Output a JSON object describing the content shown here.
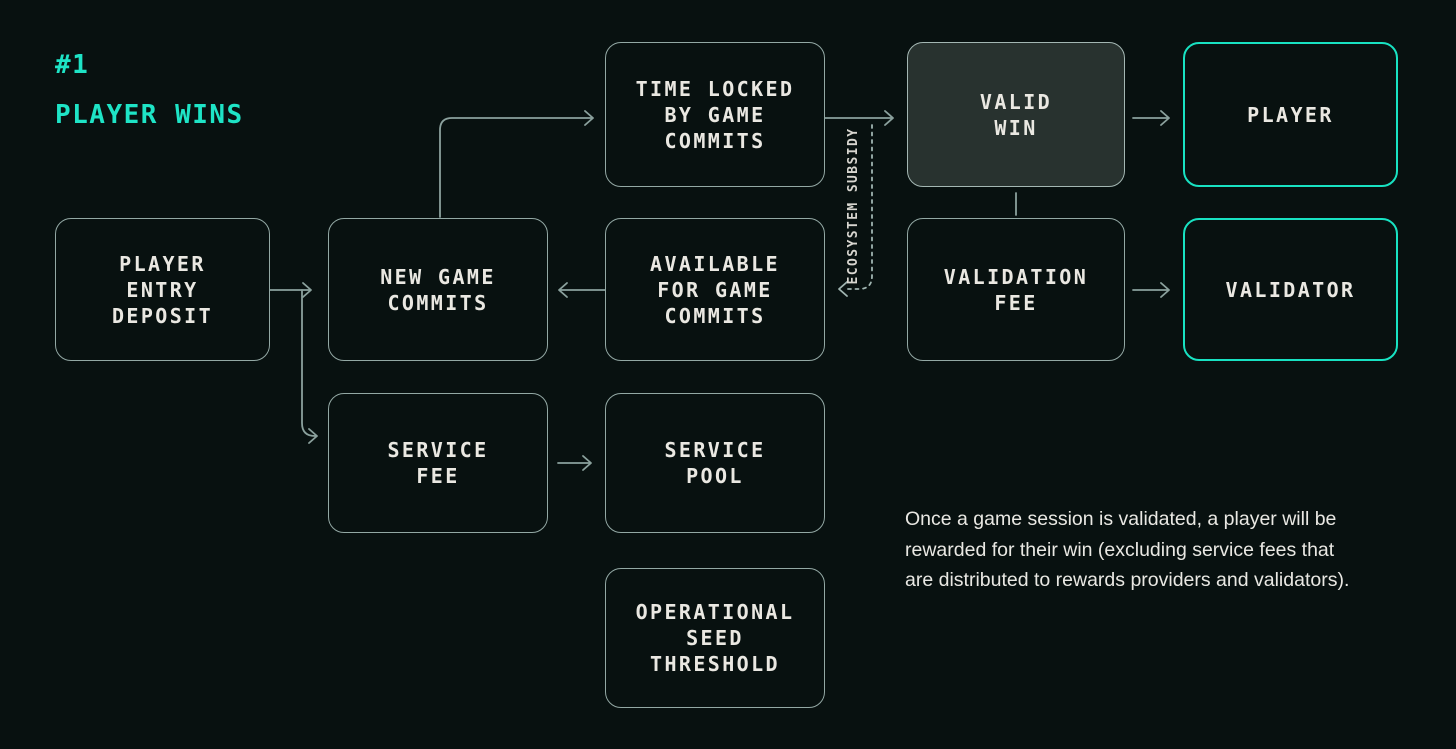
{
  "colors": {
    "background": "#081110",
    "accent_teal": "#1ee4c6",
    "teal_border": "#18e2c2",
    "box_border_gray": "#93a8a4",
    "valid_win_fill": "#28322f",
    "box_text": "#eae8e2",
    "connector_gray": "#8ba19d",
    "note_text": "#e9e8e3"
  },
  "header": {
    "number": "#1",
    "title": "PLAYER WINS"
  },
  "nodes": [
    {
      "id": "player-entry-deposit",
      "label": "PLAYER\nENTRY\nDEPOSIT",
      "variant": "gray"
    },
    {
      "id": "new-game-commits",
      "label": "NEW GAME\nCOMMITS",
      "variant": "gray"
    },
    {
      "id": "time-locked-by-game-commits",
      "label": "TIME LOCKED\nBY GAME\nCOMMITS",
      "variant": "gray"
    },
    {
      "id": "available-for-game-commits",
      "label": "AVAILABLE\nFOR GAME\nCOMMITS",
      "variant": "gray"
    },
    {
      "id": "service-fee",
      "label": "SERVICE\nFEE",
      "variant": "gray"
    },
    {
      "id": "service-pool",
      "label": "SERVICE\nPOOL",
      "variant": "gray"
    },
    {
      "id": "operational-seed-threshold",
      "label": "OPERATIONAL\nSEED\nTHRESHOLD",
      "variant": "gray"
    },
    {
      "id": "valid-win",
      "label": "VALID\nWIN",
      "variant": "filled"
    },
    {
      "id": "player",
      "label": "PLAYER",
      "variant": "teal"
    },
    {
      "id": "validation-fee",
      "label": "VALIDATION\nFEE",
      "variant": "gray"
    },
    {
      "id": "validator",
      "label": "VALIDATOR",
      "variant": "teal"
    }
  ],
  "labels": {
    "subsidy": "ECOSYSTEM SUBSIDY"
  },
  "note": {
    "text": "Once a game session is validated, a player will be\nrewarded for their win (excluding service fees that\nare distributed to rewards providers and validators)."
  }
}
